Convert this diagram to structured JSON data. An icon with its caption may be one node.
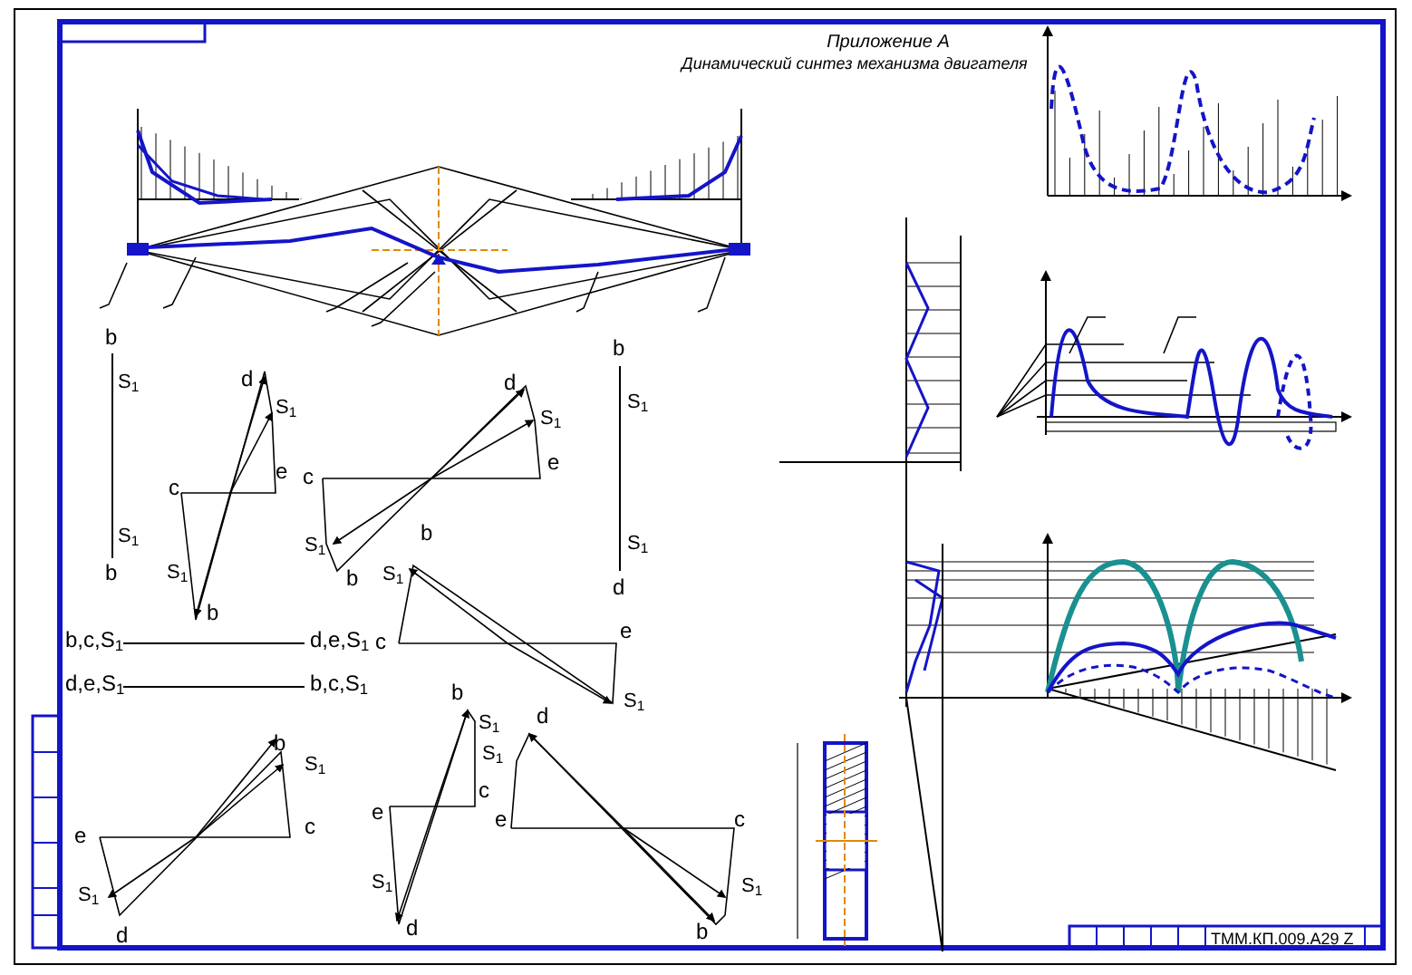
{
  "diagram": {
    "title": "Приложение А",
    "labels": [
      "Динамический синтез механизма двигателя",
      "b",
      "S$_{1}$",
      "S$_{1}$",
      "b",
      "d",
      "S$_{1}$",
      "e",
      "c",
      "S$_{1}$",
      "b",
      "d",
      "S$_{1}$",
      "c",
      "e",
      "b",
      "S$_{1}$",
      "b",
      "b",
      "S$_{1}$",
      "S$_{1}$",
      "d",
      "b,c,S$_{1}$",
      "d,e,S$_{1}$",
      "d,e,S$_{1}$",
      "b,c,S$_{1}$",
      "S$_{1}$",
      "c",
      "e",
      "b",
      "S$_{1}$",
      "b",
      "S$_{1}$",
      "e",
      "c",
      "S$_{1}$",
      "d",
      "S$_{1}$",
      "e",
      "c",
      "S$_{1}$",
      "d",
      "d",
      "S$_{1}$",
      "e",
      "c",
      "S$_{1}$",
      "b",
      "ТММ.КП.009.А29 Z"
    ]
  }
}
